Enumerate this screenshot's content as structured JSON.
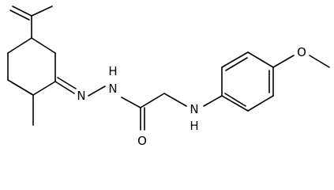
{
  "molecule": {
    "atom_labels": {
      "imine_n": "N",
      "hydrazide_nh": "H",
      "hydrazide_n": "N",
      "carbonyl_o": "O",
      "amine_nh": "H",
      "amine_n": "N",
      "ether_o": "O"
    }
  },
  "colors": {
    "bond": "#000000",
    "text": "#000000",
    "background": "#ffffff"
  }
}
